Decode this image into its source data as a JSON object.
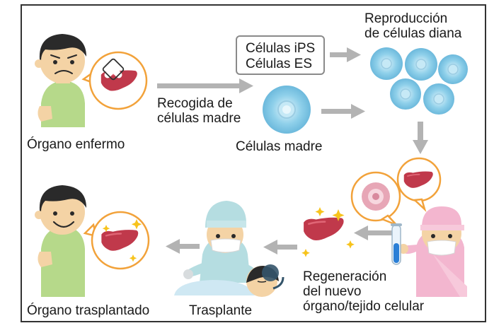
{
  "labels": {
    "organo_enfermo": "Órgano enfermo",
    "recogida": [
      "Recogida de",
      "células madre"
    ],
    "celulas_madre": "Células madre",
    "ips": "Células iPS",
    "es": "Células ES",
    "reproduccion": [
      "Reproducción",
      "de células diana"
    ],
    "regeneracion": [
      "Regeneración",
      "del nuevo",
      "órgano/tejido celular"
    ],
    "trasplante": "Trasplante",
    "organo_trasplantado": "Órgano trasplantado"
  },
  "colors": {
    "arrow": "#b3b3b3",
    "bubble_border": "#f2a23a",
    "liver": "#c0394b",
    "skin": "#f4d3a5",
    "hair": "#2a2a2a",
    "shirt_green": "#b6d98a",
    "cell_blue": "#7fc7e4",
    "surgeon_cap": "#b5dde1",
    "scrubs_pink": "#f3b6cf"
  }
}
